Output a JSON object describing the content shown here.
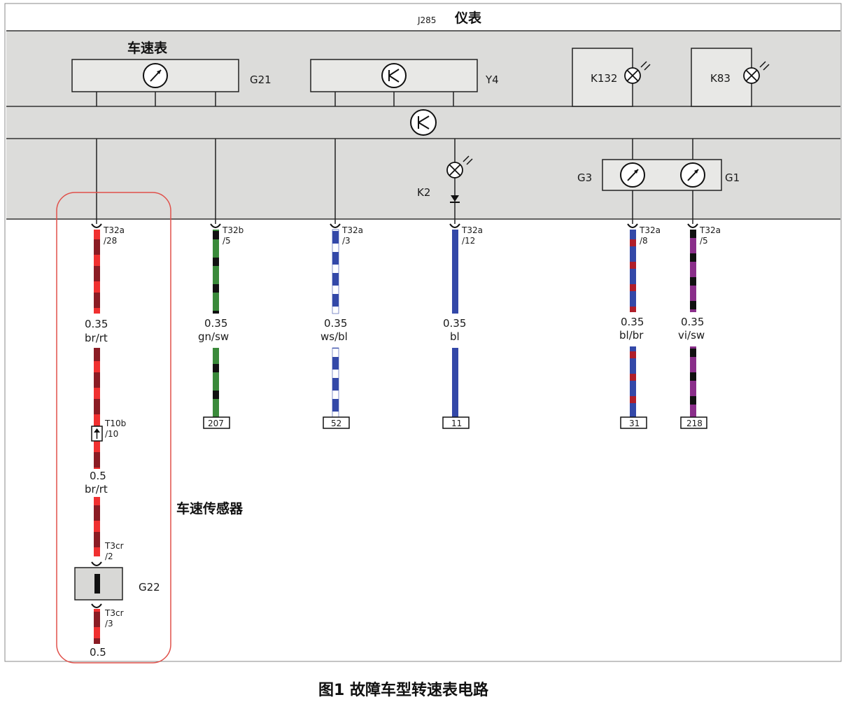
{
  "header": {
    "device_code": "J285",
    "device_name": "仪表"
  },
  "components": {
    "speedometer_title": "车速表",
    "g21": "G21",
    "y4": "Y4",
    "k132": "K132",
    "k83": "K83",
    "k2": "K2",
    "g3": "G3",
    "g1": "G1",
    "g22": "G22",
    "sensor_title": "车速传感器"
  },
  "wires": {
    "w1": {
      "connector": "T32a",
      "pin": "/28",
      "size": "0.35",
      "color": "br/rt",
      "connector2": "T10b",
      "pin2": "/10",
      "size2": "0.5",
      "color2": "br/rt",
      "connector3": "T3cr",
      "pin3": "/2",
      "connector4": "T3cr",
      "pin4": "/3",
      "size3": "0.5"
    },
    "w2": {
      "connector": "T32b",
      "pin": "/5",
      "size": "0.35",
      "color": "gn/sw",
      "terminal": "207"
    },
    "w3": {
      "connector": "T32a",
      "pin": "/3",
      "size": "0.35",
      "color": "ws/bl",
      "terminal": "52"
    },
    "w4": {
      "connector": "T32a",
      "pin": "/12",
      "size": "0.35",
      "color": "bl",
      "terminal": "11"
    },
    "w5": {
      "connector": "T32a",
      "pin": "/8",
      "size": "0.35",
      "color": "bl/br",
      "terminal": "31"
    },
    "w6": {
      "connector": "T32a",
      "pin": "/5",
      "size": "0.35",
      "color": "vi/sw",
      "terminal": "218"
    }
  },
  "caption": "图1 故障车型转速表电路",
  "colors": {
    "panel_gray": "#dcdcda",
    "brown": "#8a1c24",
    "red": "#f03030",
    "green": "#3a8a3a",
    "black": "#111111",
    "blue": "#3348a8",
    "violet": "#8a2e8a",
    "white": "#ffffff",
    "highlight_box": "#e0504a"
  },
  "icons": [
    "gauge-icon",
    "transistor-icon",
    "lamp-icon",
    "diode-icon"
  ]
}
